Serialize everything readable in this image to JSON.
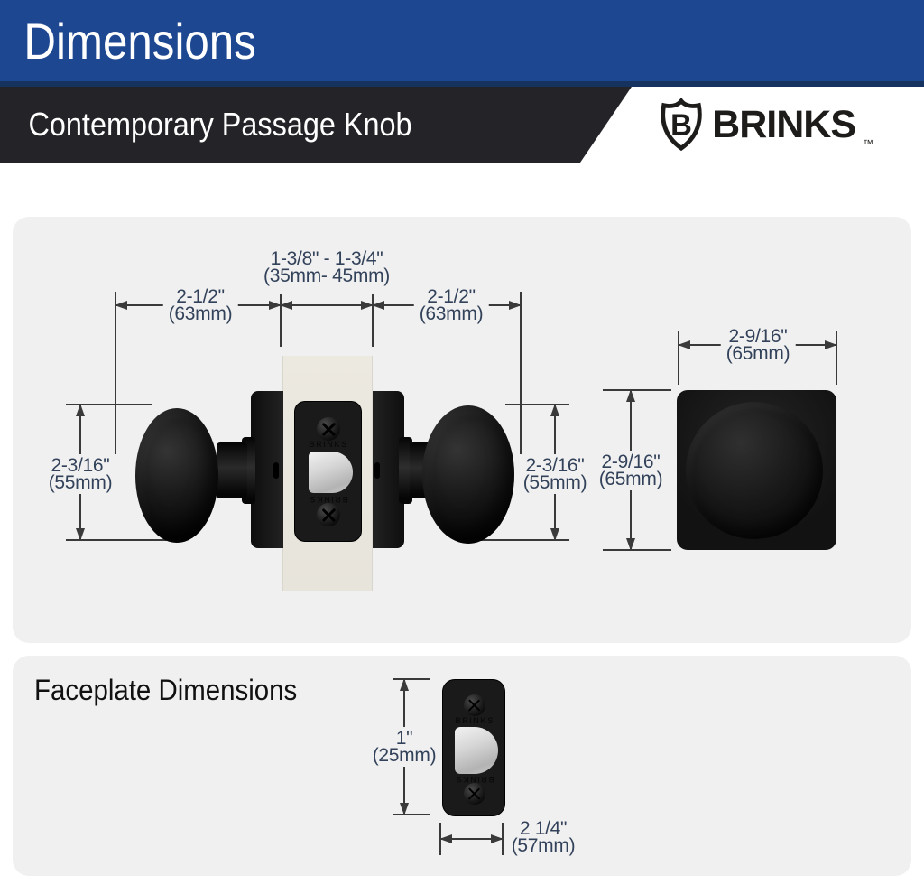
{
  "header": {
    "title": "Dimensions",
    "subtitle": "Contemporary Passage Knob",
    "brand": {
      "name": "BRINKS",
      "tm": "™",
      "shield_letter": "B"
    }
  },
  "colors": {
    "header_blue": "#1d4791",
    "header_blue_dark": "#16335f",
    "header_black": "#242328",
    "panel_bg": "#f1f0f0",
    "dimension_text": "#32425a",
    "dimension_line": "#3a3a3a",
    "product_black": "#161616",
    "door_edge": "#eae7de",
    "latch_chrome": "#cccccc"
  },
  "main_diagram": {
    "dims": {
      "backset": {
        "line1": "1-3/8\" - 1-3/4\"",
        "line2": "(35mm- 45mm)"
      },
      "left_width": {
        "line1": "2-1/2\"",
        "line2": "(63mm)"
      },
      "right_width": {
        "line1": "2-1/2\"",
        "line2": "(63mm)"
      },
      "left_height": {
        "line1": "2-3/16\"",
        "line2": "(55mm)"
      },
      "right_height": {
        "line1": "2-3/16\"",
        "line2": "(55mm)"
      },
      "rose_width": {
        "line1": "2-9/16\"",
        "line2": "(65mm)"
      },
      "rose_height": {
        "line1": "2-9/16\"",
        "line2": "(65mm)"
      }
    }
  },
  "faceplate_section": {
    "title": "Faceplate Dimensions",
    "dims": {
      "height": {
        "line1": "1\"",
        "line2": "(25mm)"
      },
      "width": {
        "line1": "2 1/4\"",
        "line2": "(57mm)"
      }
    }
  },
  "product": {
    "emboss_brand": "BRINKS"
  }
}
